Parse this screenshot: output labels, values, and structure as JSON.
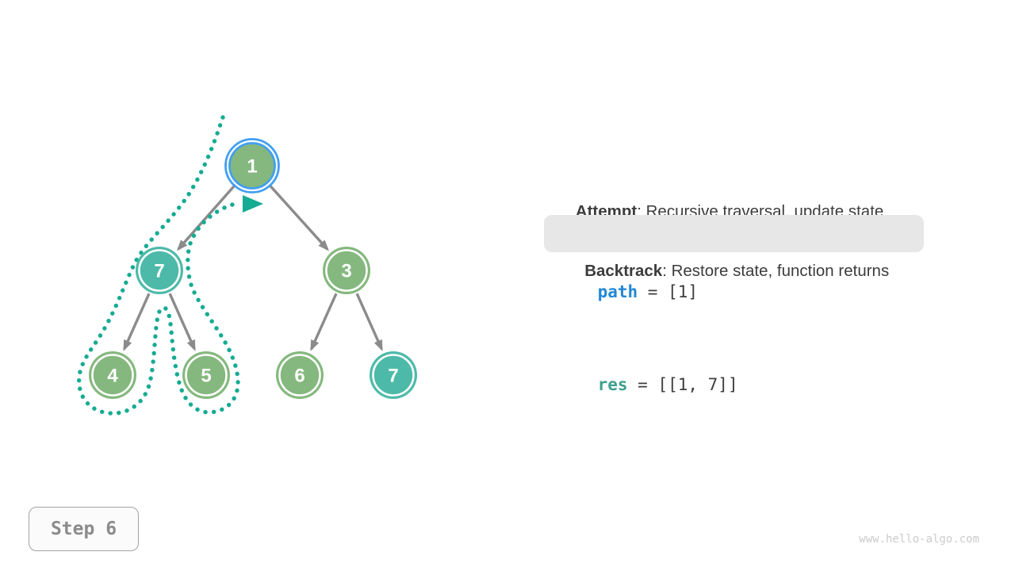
{
  "figure": {
    "kind": "binary-tree backtracking visualization",
    "source_site": "www.hello-algo.com"
  },
  "colors": {
    "node_green": "#85b87e",
    "node_teal": "#4dbaa9",
    "highlight_blue": "#42a0f0",
    "edge_gray": "#8b8b8b",
    "trail_teal": "#16ab93",
    "text_dark": "#3c3c3c",
    "path_blue": "#2188d4",
    "res_teal": "#3d9f8e",
    "pill_bg": "#e7e7e7",
    "step_text_gray": "#8b8b8b",
    "watermark_gray": "#cbcbcb"
  },
  "tree": {
    "nodes": [
      {
        "value": "1",
        "color": "green",
        "highlighted": true
      },
      {
        "value": "7",
        "color": "teal",
        "highlighted": false
      },
      {
        "value": "3",
        "color": "green",
        "highlighted": false
      },
      {
        "value": "4",
        "color": "green",
        "highlighted": false
      },
      {
        "value": "5",
        "color": "green",
        "highlighted": false
      },
      {
        "value": "6",
        "color": "green",
        "highlighted": false
      },
      {
        "value": "7",
        "color": "teal",
        "highlighted": false
      }
    ],
    "edges": [
      {
        "from": 0,
        "to": 1
      },
      {
        "from": 0,
        "to": 2
      },
      {
        "from": 1,
        "to": 3
      },
      {
        "from": 1,
        "to": 4
      },
      {
        "from": 2,
        "to": 5
      },
      {
        "from": 2,
        "to": 6
      }
    ],
    "trail": "dotted teal traversal loop around left subtree returning to root with arrow"
  },
  "annotations": {
    "attempt_label": "Attempt",
    "attempt_text": ": Recursive traversal, update state",
    "backtrack_label": "Backtrack",
    "backtrack_text": ": Restore state, function returns"
  },
  "variables": {
    "path_name": "path",
    "path_value": " = [1]",
    "res_name": "res",
    "res_value": " = [[1, 7]]"
  },
  "step_indicator": {
    "label": "Step 6"
  },
  "watermark": {
    "text": "www.hello-algo.com"
  }
}
